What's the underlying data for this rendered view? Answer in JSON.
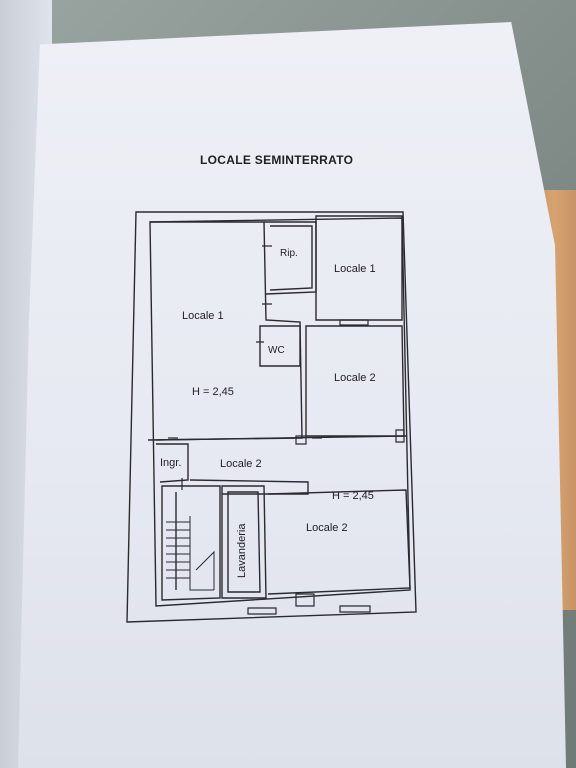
{
  "title": "LOCALE SEMINTERRATO",
  "rooms": {
    "locale1_left": "Locale 1",
    "locale1_right": "Locale 1",
    "rip": "Rip.",
    "wc": "WC",
    "locale2_mid": "Locale 2",
    "locale2_corridor": "Locale 2",
    "locale2_bottom": "Locale 2",
    "ingr": "Ingr.",
    "lavanderia": "Lavanderia"
  },
  "heights": {
    "upper": "H = 2,45",
    "lower": "H = 2,45"
  },
  "colors": {
    "line": "#2a2b30",
    "paper": "#e9ecf3",
    "background": "#8f9a96"
  }
}
